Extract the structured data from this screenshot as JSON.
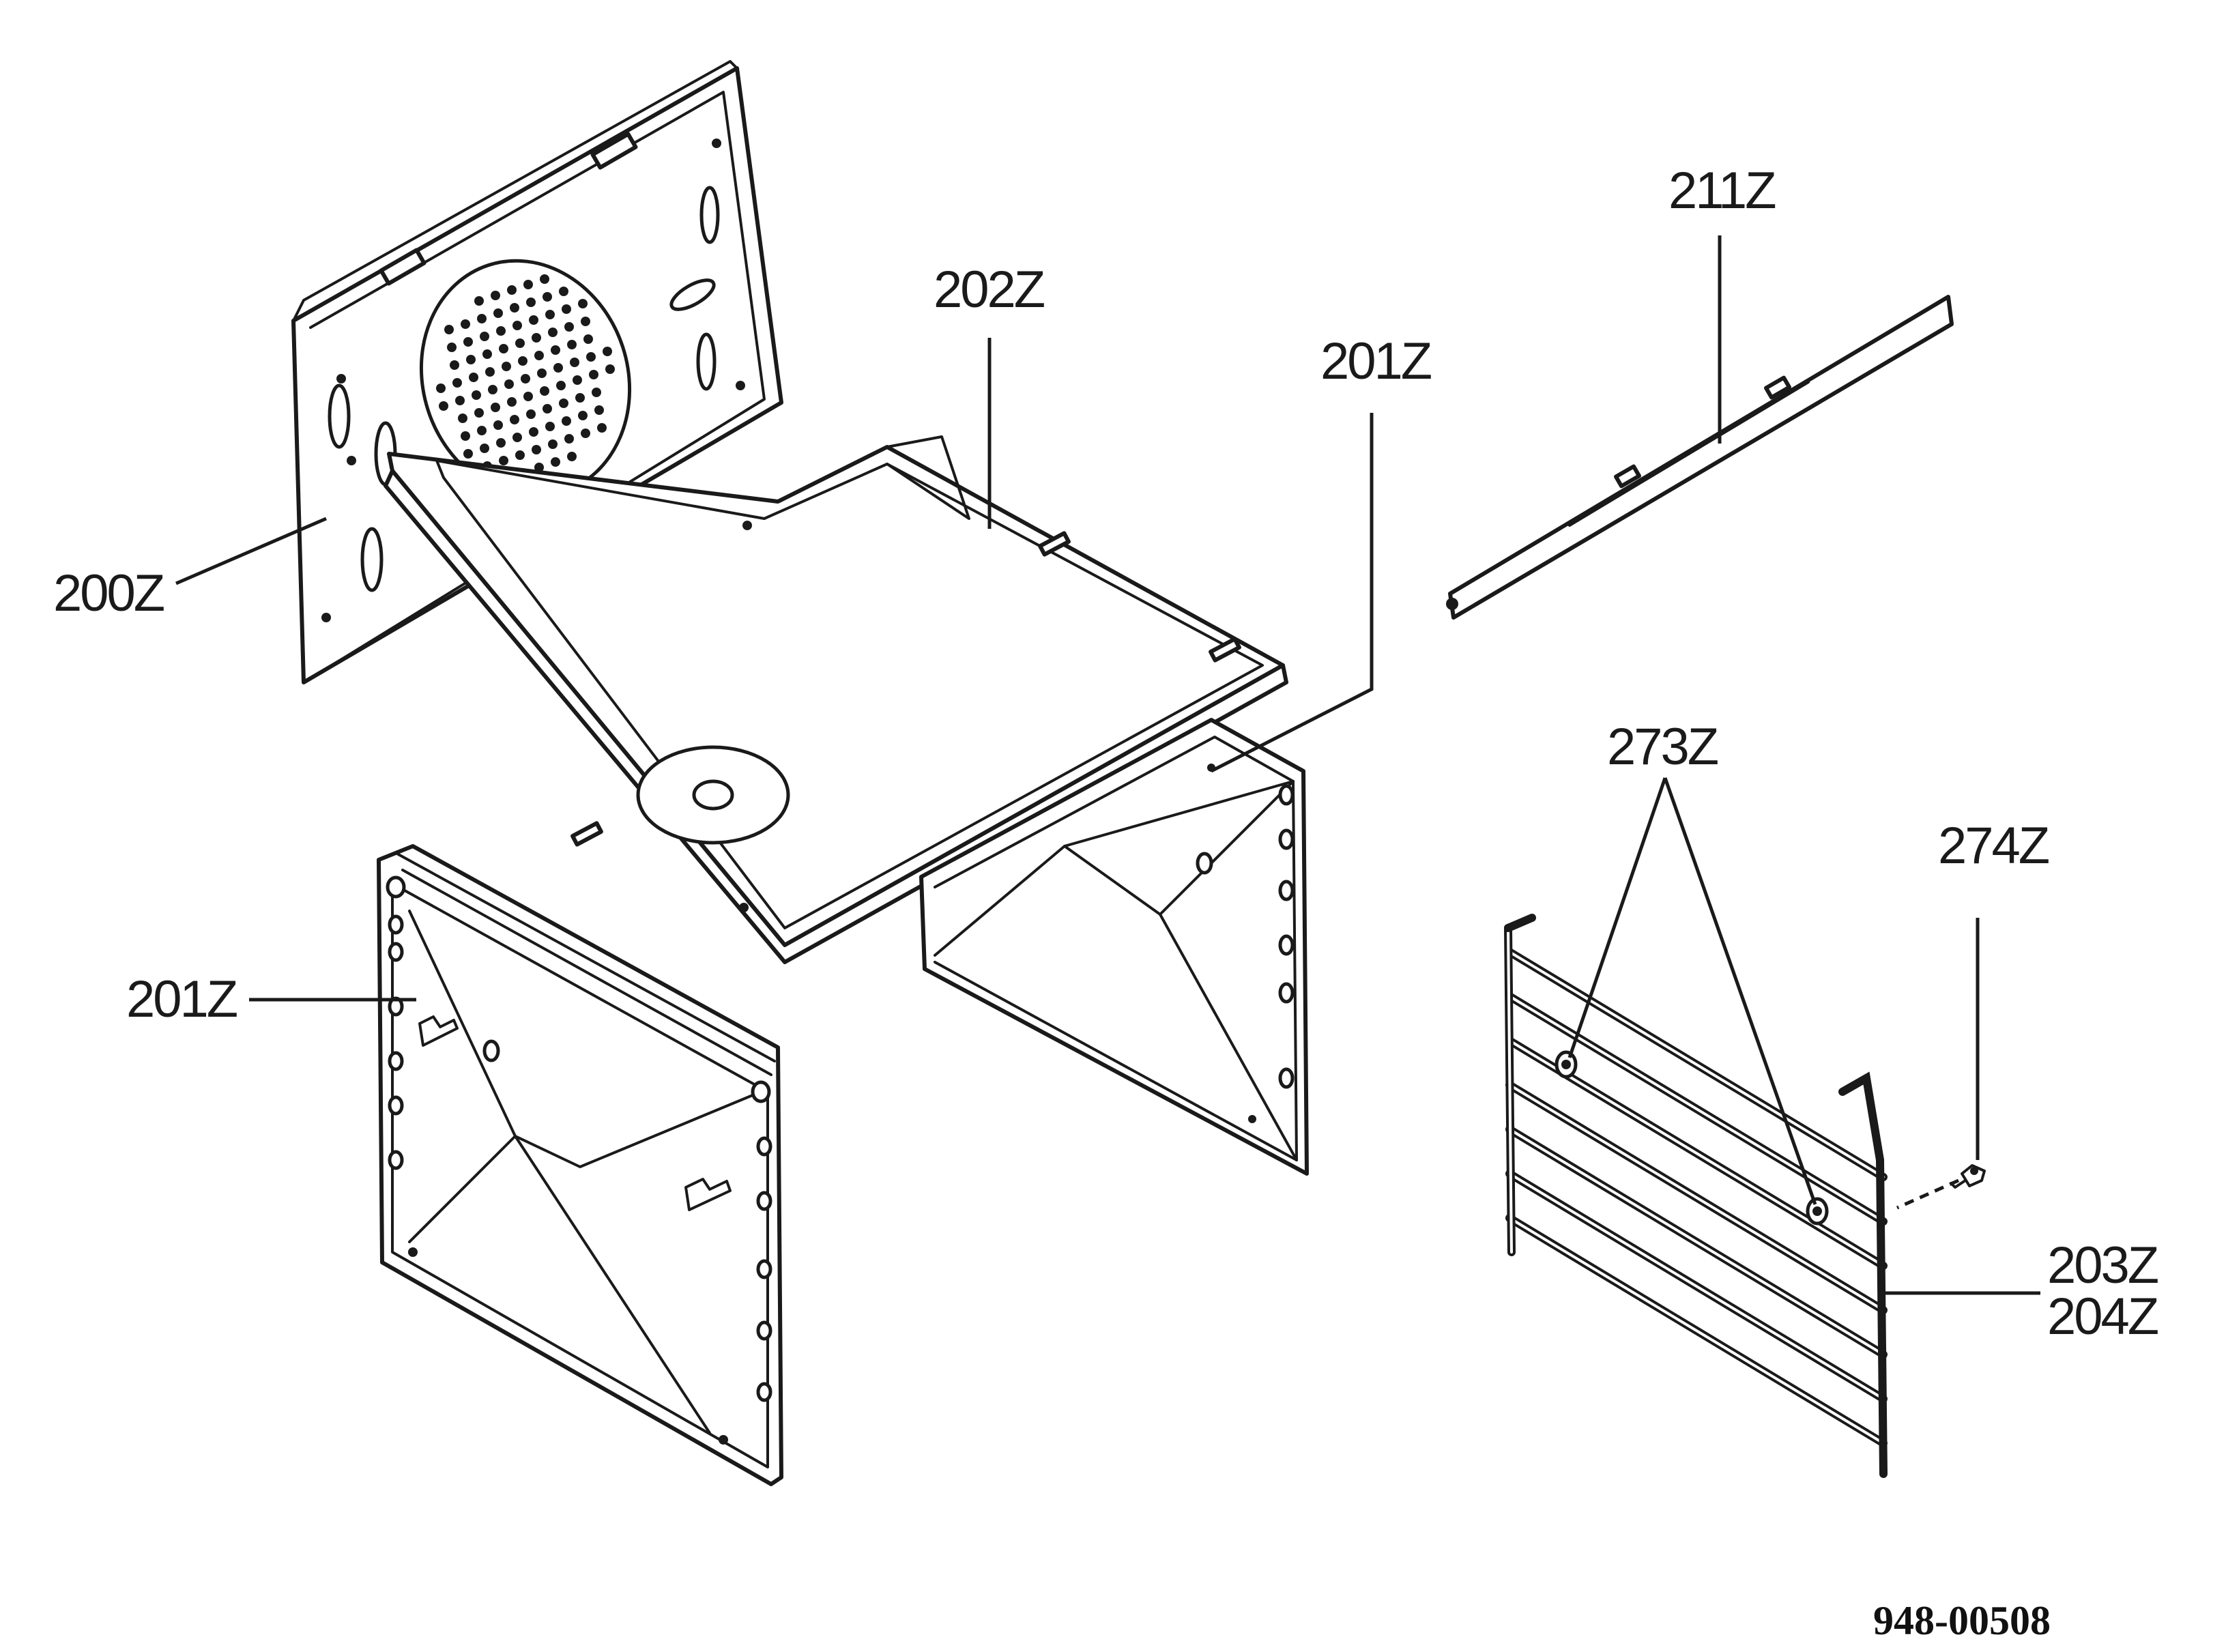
{
  "diagram": {
    "callouts": {
      "c200": "200Z",
      "c202": "202Z",
      "c201_top": "201Z",
      "c211": "211Z",
      "c201_left": "201Z",
      "c273": "273Z",
      "c274": "274Z",
      "c203": "203Z",
      "c204": "204Z"
    },
    "reference_number": "948-00508"
  }
}
